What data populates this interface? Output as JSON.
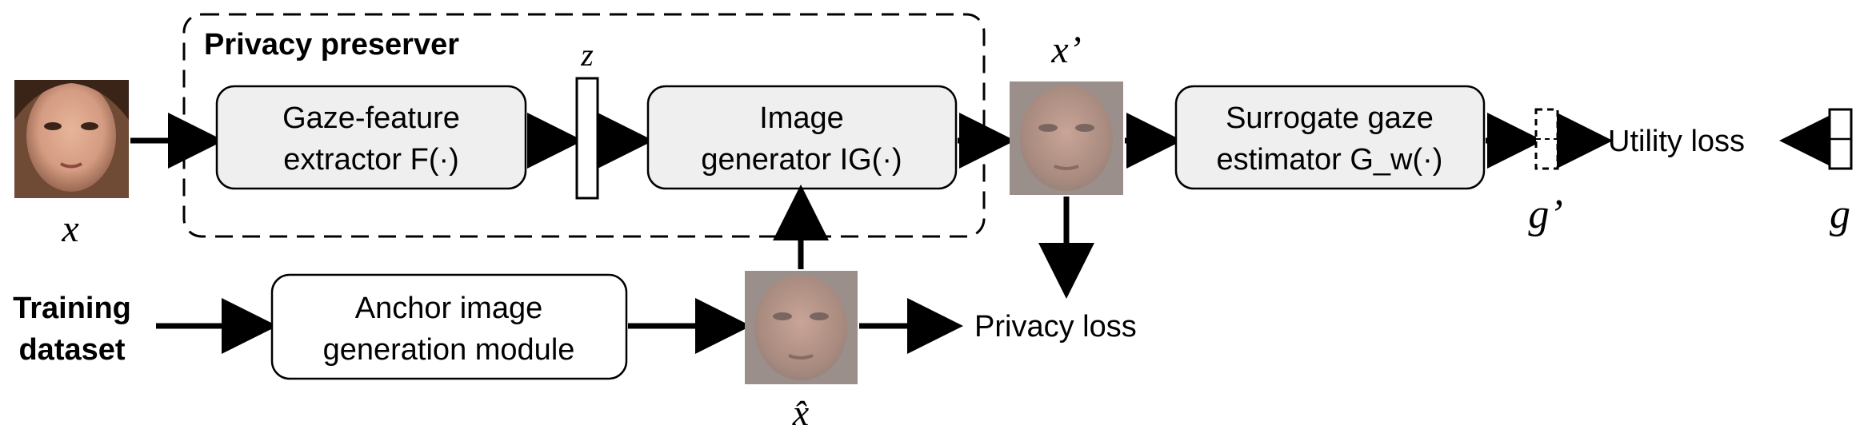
{
  "group": {
    "title": "Privacy preserver"
  },
  "blocks": {
    "feature_extractor": {
      "line1": "Gaze-feature",
      "line2": "extractor F(·)"
    },
    "image_generator": {
      "line1": "Image",
      "line2": "generator IG(·)"
    },
    "surrogate_estimator": {
      "line1": "Surrogate gaze",
      "line2": "estimator G_w(·)"
    },
    "anchor_module": {
      "line1": "Anchor image",
      "line2": "generation module"
    }
  },
  "symbols": {
    "input": "x",
    "latent": "z",
    "output": "x’",
    "anchor": "x̂",
    "pred_gaze": "g’",
    "true_gaze": "g"
  },
  "losses": {
    "utility": "Utility loss",
    "privacy": "Privacy loss"
  },
  "dataset": {
    "line1": "Training",
    "line2": "dataset"
  }
}
